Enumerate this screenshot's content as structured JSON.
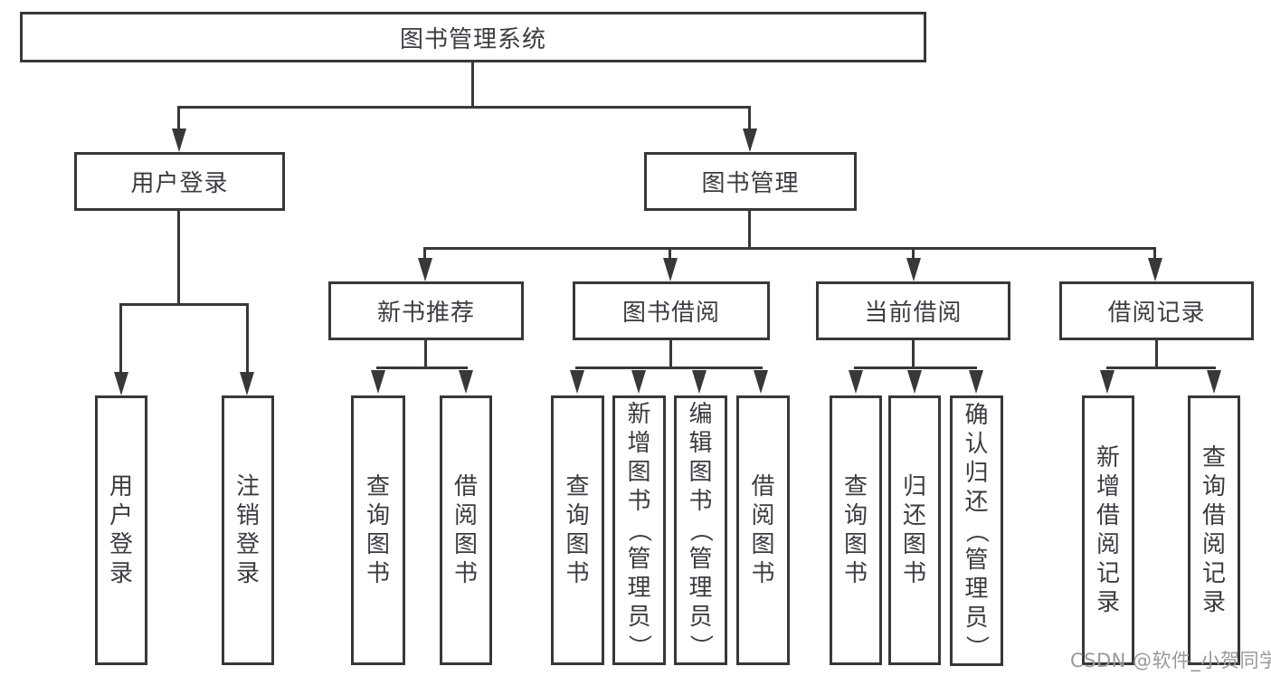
{
  "tree": {
    "root": {
      "label": "图书管理系统"
    },
    "level2": [
      {
        "id": "user-login",
        "label": "用户登录"
      },
      {
        "id": "book-management",
        "label": "图书管理"
      }
    ],
    "level3": [
      {
        "id": "new-book-recommend",
        "label": "新书推荐"
      },
      {
        "id": "book-borrow",
        "label": "图书借阅"
      },
      {
        "id": "current-borrow",
        "label": "当前借阅"
      },
      {
        "id": "borrow-records",
        "label": "借阅记录"
      }
    ],
    "leaves": {
      "user_login": [
        "用户登录",
        "注销登录"
      ],
      "new_book_recommend": [
        "查询图书",
        "借阅图书"
      ],
      "book_borrow": [
        "查询图书",
        "新增图书（管理员）",
        "编辑图书（管理员）",
        "借阅图书"
      ],
      "current_borrow": [
        "查询图书",
        "归还图书",
        "确认归还（管理员）"
      ],
      "borrow_records": [
        "新增借阅记录",
        "查询借阅记录"
      ]
    }
  },
  "watermark": "CSDN @软件_小贺同学",
  "colors": {
    "line": "#383838",
    "text": "#3a3c42",
    "watermark": "#9a9a9a",
    "background": "#ffffff"
  }
}
